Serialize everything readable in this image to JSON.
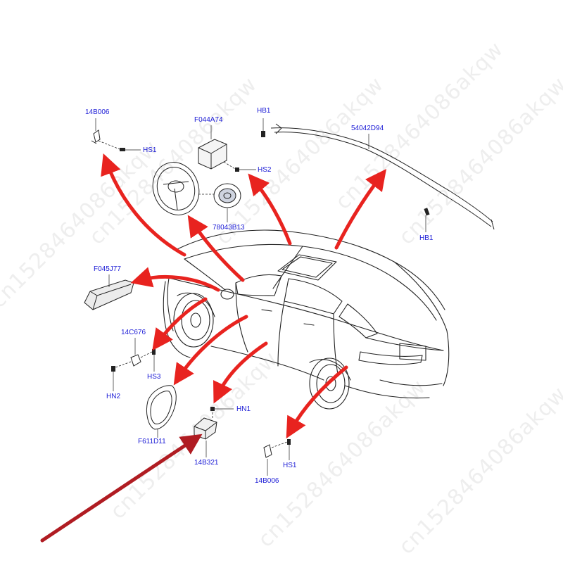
{
  "labels": {
    "l_14b006_top": "14B006",
    "l_hs1_top": "HS1",
    "l_f044a74": "F044A74",
    "l_hs2": "HS2",
    "l_hb1_top": "HB1",
    "l_54042d94": "54042D94",
    "l_hb1_right": "HB1",
    "l_78043b13": "78043B13",
    "l_f045j77": "F045J77",
    "l_14c676": "14C676",
    "l_hs3": "HS3",
    "l_hn2": "HN2",
    "l_hn1": "HN1",
    "l_f611d11": "F611D11",
    "l_14b321": "14B321",
    "l_hs1_bottom": "HS1",
    "l_14b006_bottom": "14B006"
  },
  "watermark": "cn1528464086akqw",
  "colors": {
    "label": "#1a1ad6",
    "arrow": "#e8231f",
    "pointer": "#b01c22",
    "line": "#222222"
  },
  "icons": [
    "steering-wheel-icon",
    "airbag-module-icon",
    "curtain-airbag-icon",
    "sensor-icon",
    "bolt-icon",
    "clip-icon"
  ]
}
